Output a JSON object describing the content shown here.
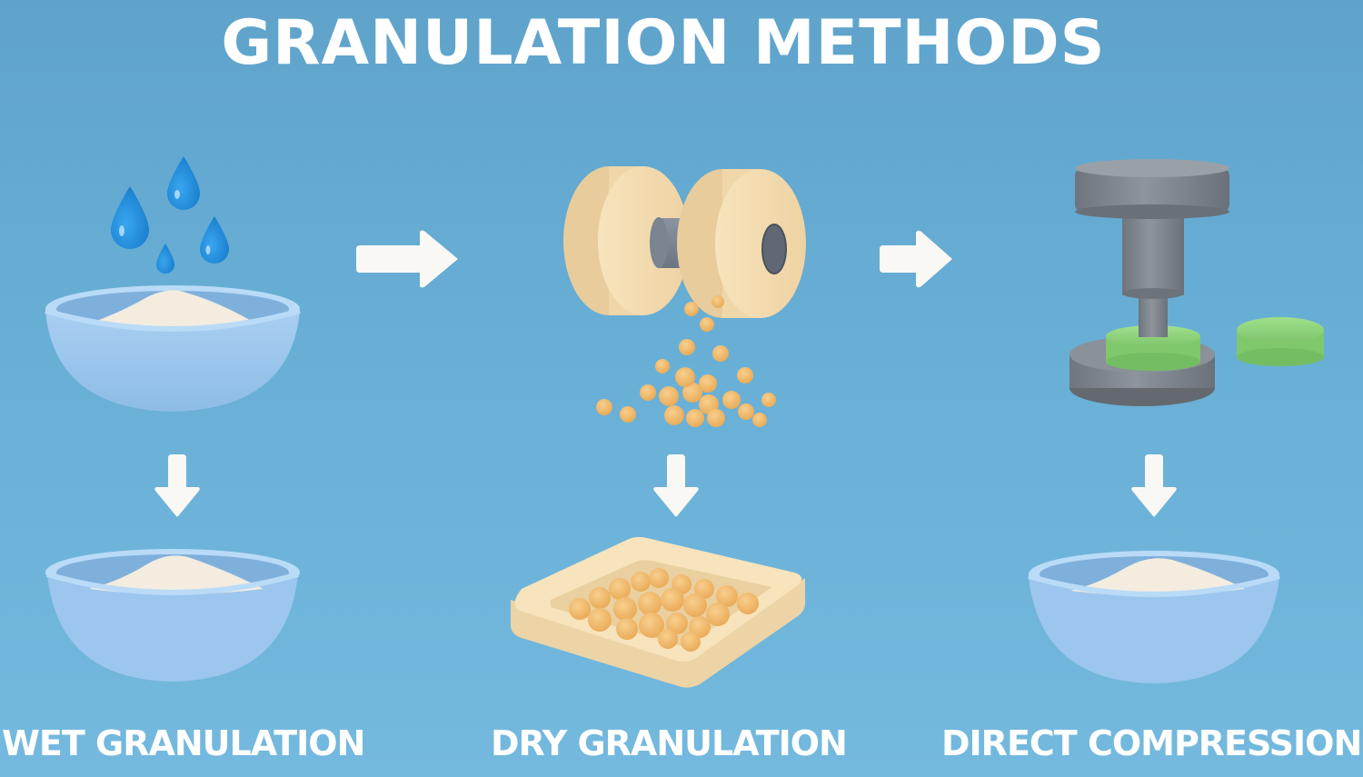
{
  "title": "GRANULATION METHODS",
  "columns": [
    {
      "label": "WET GRANULATION",
      "top_illustration": "bowl-of-powder-with-water-drops",
      "bottom_illustration": "bowl-of-powder"
    },
    {
      "label": "DRY GRANULATION",
      "top_illustration": "roller-compactor-dropping-granules",
      "bottom_illustration": "tray-of-granules"
    },
    {
      "label": "DIRECT COMPRESSION",
      "top_illustration": "tablet-press-punch-with-tablets",
      "bottom_illustration": "bowl-of-powder"
    }
  ],
  "arrows": {
    "horizontal": [
      "arrow-right",
      "arrow-right"
    ],
    "vertical": [
      "arrow-down",
      "arrow-down",
      "arrow-down"
    ]
  },
  "colors": {
    "background": "#68afd6",
    "text": "#ffffff",
    "bowl": "#9cc6ee",
    "powder": "#f3ecdf",
    "water": "#1e88d6",
    "roller": "#f4ddb0",
    "granule": "#f2b968",
    "metal": "#7a8088",
    "tablet": "#8ed47a",
    "arrow": "#faf8f4"
  }
}
